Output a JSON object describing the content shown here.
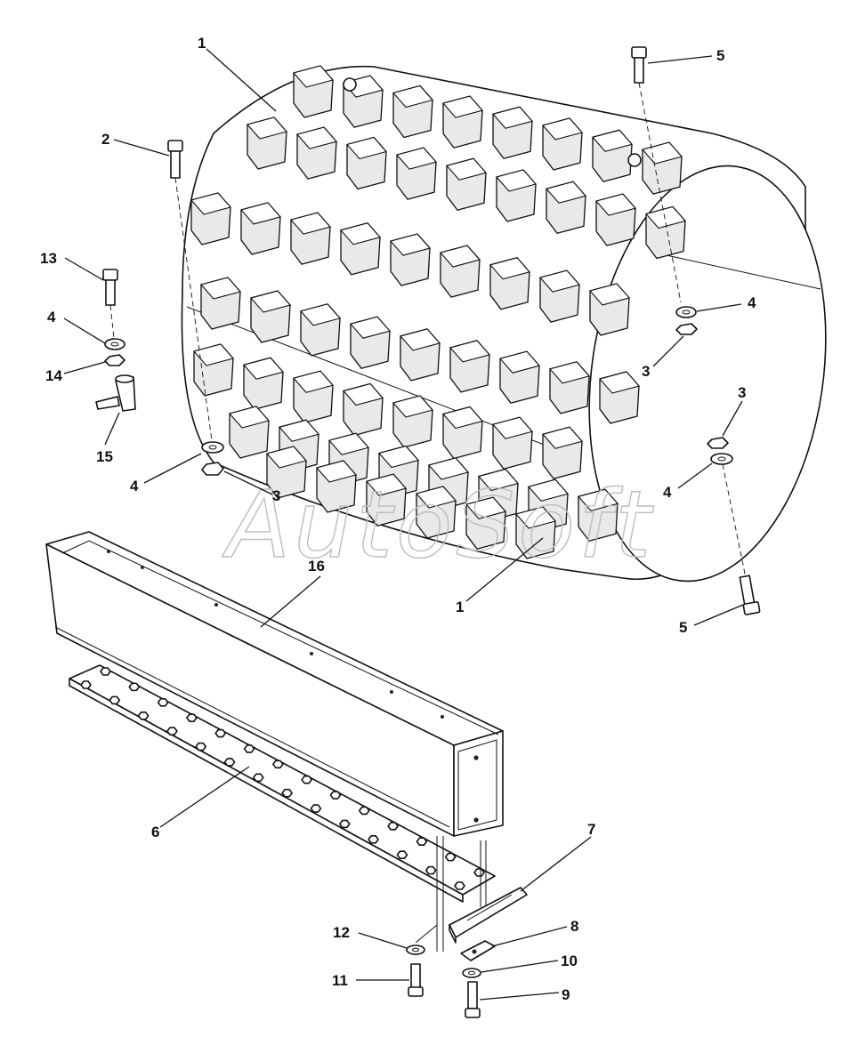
{
  "watermark": "AutoSoft",
  "callouts": {
    "c1a": "1",
    "c1b": "1",
    "c2": "2",
    "c3a": "3",
    "c3b": "3",
    "c3c": "3",
    "c4a": "4",
    "c4b": "4",
    "c4c": "4",
    "c4d": "4",
    "c5a": "5",
    "c5b": "5",
    "c6": "6",
    "c7": "7",
    "c8": "8",
    "c9": "9",
    "c10": "10",
    "c11": "11",
    "c12": "12",
    "c13": "13",
    "c14": "14",
    "c15": "15",
    "c16": "16"
  }
}
